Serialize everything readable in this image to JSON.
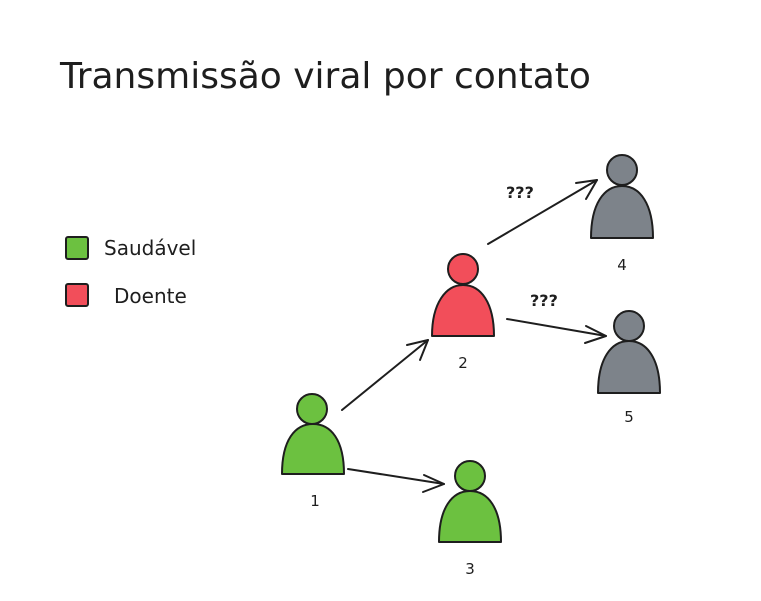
{
  "title": "Transmissão viral por contato",
  "legend": {
    "healthy": {
      "label": "Saudável",
      "color": "#6cc140"
    },
    "sick": {
      "label": "Doente",
      "color": "#f24e5a"
    }
  },
  "nodes": [
    {
      "id": "1",
      "label": "1",
      "status": "healthy"
    },
    {
      "id": "2",
      "label": "2",
      "status": "sick"
    },
    {
      "id": "3",
      "label": "3",
      "status": "healthy"
    },
    {
      "id": "4",
      "label": "4",
      "status": "unknown"
    },
    {
      "id": "5",
      "label": "5",
      "status": "unknown"
    }
  ],
  "edges": [
    {
      "from": "1",
      "to": "2",
      "label": ""
    },
    {
      "from": "1",
      "to": "3",
      "label": ""
    },
    {
      "from": "2",
      "to": "4",
      "label": "???"
    },
    {
      "from": "2",
      "to": "5",
      "label": "???"
    }
  ],
  "colors": {
    "healthy": "#6cc140",
    "sick": "#f24e5a",
    "unknown": "#7d838a",
    "ink": "#1e1e1e"
  }
}
